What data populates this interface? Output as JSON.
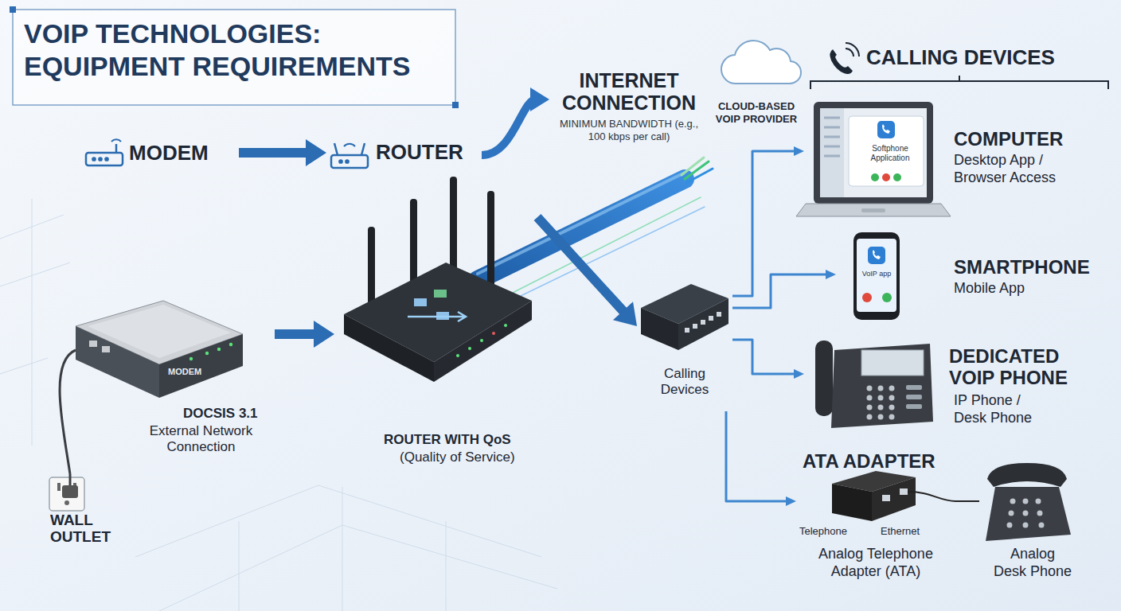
{
  "diagram": {
    "title": "VOIP TECHNOLOGIES: EQUIPMENT REQUIREMENTS",
    "nodes": [
      {
        "text": [
          "MODEM"
        ]
      },
      {
        "text": [
          "ROUTER"
        ]
      },
      {
        "text": [
          "INTERNET CONNECTION",
          "MINIMUM BANDWIDTH (e.g., 100 kbps per call)"
        ]
      },
      {
        "text": [
          "CLOUD-BASED VOIP PROVIDER"
        ]
      },
      {
        "text": [
          "WALL OUTLET"
        ]
      },
      {
        "text": [
          "DOCSIS 3.1",
          "External Network Connection"
        ]
      },
      {
        "text": [
          "ROUTER WITH QoS",
          "(Quality of Service)"
        ]
      },
      {
        "text": [
          "Calling Devices"
        ]
      },
      {
        "text": [
          "COMPUTER",
          "Desktop App / Browser Access"
        ]
      },
      {
        "text": [
          "SMARTPHONE",
          "Mobile App"
        ]
      },
      {
        "text": [
          "DEDICATED VOIP PHONE",
          "IP Phone / Desk Phone"
        ]
      },
      {
        "text": [
          "ATA ADAPTER",
          "Analog Telephone Adapter (ATA)"
        ]
      },
      {
        "text": [
          "Analog Desk Phone"
        ]
      }
    ],
    "edges": [
      {
        "from": 0,
        "to": 1,
        "arrow": "to"
      },
      {
        "from": 1,
        "to": 2,
        "arrow": "to"
      },
      {
        "from": 4,
        "to": 5,
        "arrow": "none"
      },
      {
        "from": 5,
        "to": 6,
        "arrow": "to"
      },
      {
        "from": 6,
        "to": 7,
        "arrow": "to"
      },
      {
        "from": 7,
        "to": 8,
        "arrow": "to"
      },
      {
        "from": 7,
        "to": 9,
        "arrow": "to"
      },
      {
        "from": 7,
        "to": 10,
        "arrow": "to"
      },
      {
        "from": 7,
        "to": 11,
        "arrow": "to"
      },
      {
        "from": 11,
        "to": 12,
        "arrow": "none"
      }
    ],
    "labels": [
      "CALLING DEVICES",
      "MODEM",
      "Softphone Application",
      "VoIP app",
      "Telephone",
      "Ethernet"
    ]
  }
}
